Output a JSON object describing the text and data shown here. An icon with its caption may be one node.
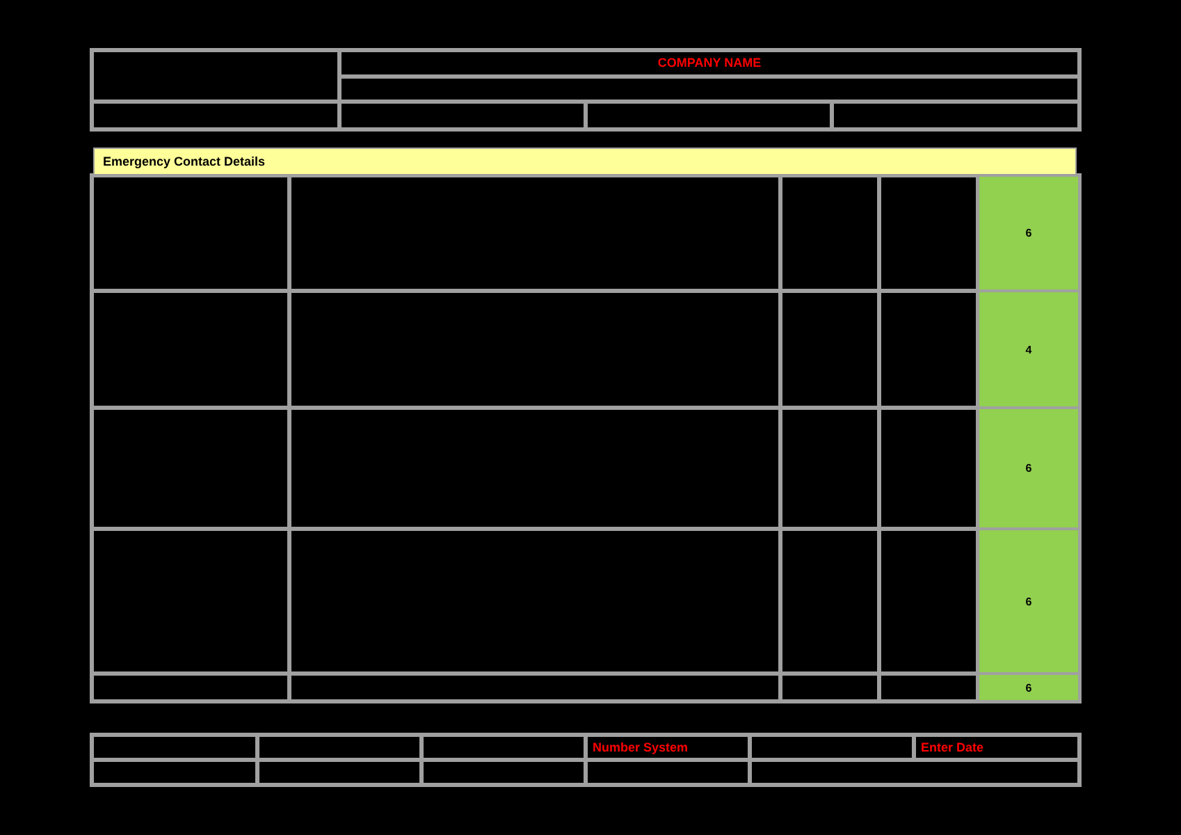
{
  "diagram": {
    "labels": [
      "COMPANY NAME",
      "Emergency Contact Details",
      "6",
      "4",
      "6",
      "6",
      "6",
      "Number System",
      "Enter Date"
    ]
  }
}
